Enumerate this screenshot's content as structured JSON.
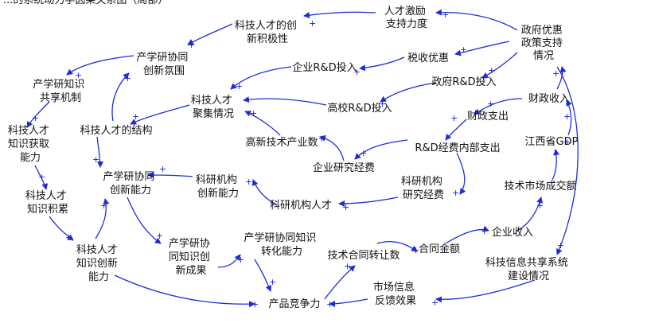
{
  "header_text": "...的系统动力学因果关系图（局部）",
  "colors": {
    "arrow": "#1f2dd6",
    "sign": "#1a22cc",
    "text": "#111111"
  },
  "nodes": {
    "rencai_jili": [
      "人才激励",
      "支持力度"
    ],
    "zhengfu_youhui": [
      "政府优惠",
      "政策支持",
      "情况"
    ],
    "chuangxin_jijixing": [
      "科技人才的创",
      "新积极性"
    ],
    "chuangxin_fenwei": [
      "产学研协同",
      "创新氛围"
    ],
    "shuishou_youhui": [
      "税收优惠"
    ],
    "qiye_rd": [
      "企业R&D投入"
    ],
    "zhengfu_rd": [
      "政府R&D投入"
    ],
    "zhishi_gongxiang": [
      "产学研知识",
      "共享机制"
    ],
    "rencai_juji": [
      "科技人才",
      "聚集情况"
    ],
    "gaoxiao_rd": [
      "高校R&D投入"
    ],
    "caizheng_shouru": [
      "财政收入"
    ],
    "caizheng_zhichu": [
      "财政支出"
    ],
    "rencai_jiegou": [
      "科技人才的结构"
    ],
    "zhishi_huoqu": [
      "科技人才",
      "知识获取",
      "能力"
    ],
    "gaoxin_chanye": [
      "高新技术产业数"
    ],
    "rd_neibu": [
      "R&D经费内部支出"
    ],
    "jiangxi_gdp": [
      "江西省GDP"
    ],
    "qiye_jingfei": [
      "企业研究经费"
    ],
    "chuangxin_nengli": [
      "产学研协同",
      "创新能力"
    ],
    "keyan_nengli": [
      "科研机构",
      "创新能力"
    ],
    "keyan_jingfei": [
      "科研机构",
      "研究经费"
    ],
    "zhishi_jilei": [
      "科技人才",
      "知识积累"
    ],
    "keyan_rencai": [
      "科研机构人才"
    ],
    "jishu_shichang": [
      "技术市场成交额"
    ],
    "zhishi_chuangxin": [
      "科技人才",
      "知识创新",
      "能力"
    ],
    "zhishi_chengguo": [
      "产学研协",
      "同知识创",
      "新成果"
    ],
    "zhuanhua_nengli": [
      "产学研协同知识",
      "转化能力"
    ],
    "hetong_shu": [
      "技术合同转让数"
    ],
    "hetong_jine": [
      "合同金额"
    ],
    "qiye_shouru": [
      "企业收入"
    ],
    "xinxi_gongxiang": [
      "科技信息共享系统",
      "建设情况"
    ],
    "shichang_xinxi": [
      "市场信息",
      "反馈效果"
    ],
    "chanpin_jingzheng": [
      "产品竞争力"
    ]
  },
  "link_polarity": "+"
}
